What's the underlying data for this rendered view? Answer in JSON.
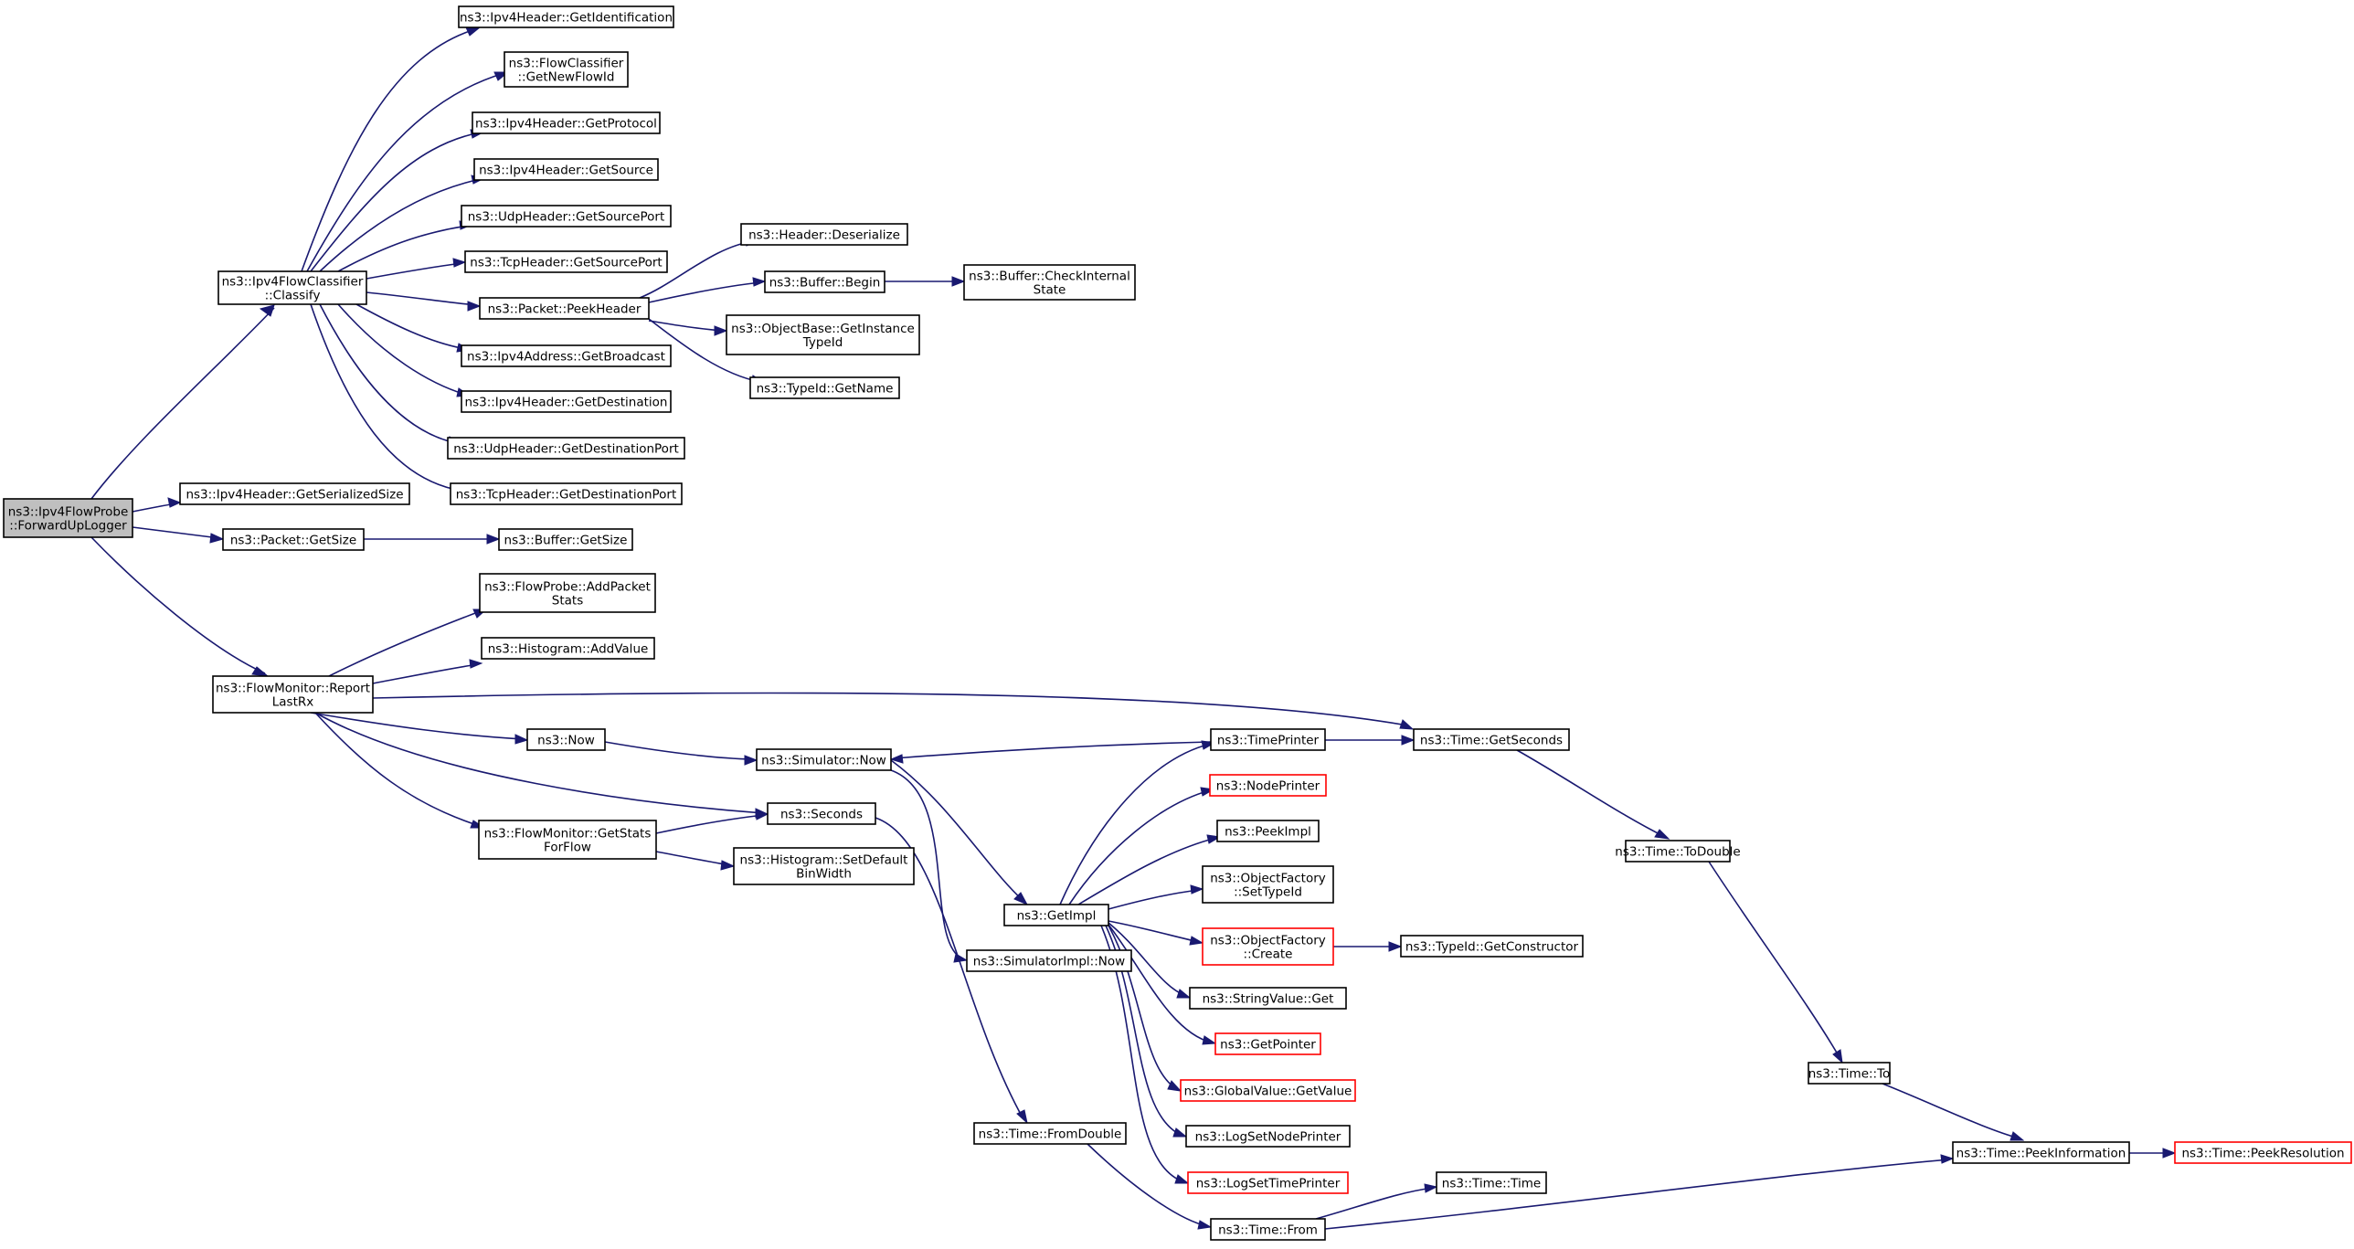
{
  "nodes": [
    {
      "id": "root",
      "lines": [
        "ns3::Ipv4FlowProbe",
        "::ForwardUpLogger"
      ],
      "style": "root"
    },
    {
      "id": "classify",
      "lines": [
        "ns3::Ipv4FlowClassifier",
        "::Classify"
      ],
      "style": "normal"
    },
    {
      "id": "getIdentification",
      "lines": [
        "ns3::Ipv4Header::GetIdentification"
      ],
      "style": "normal"
    },
    {
      "id": "getNewFlowId",
      "lines": [
        "ns3::FlowClassifier",
        "::GetNewFlowId"
      ],
      "style": "normal"
    },
    {
      "id": "getProtocol",
      "lines": [
        "ns3::Ipv4Header::GetProtocol"
      ],
      "style": "normal"
    },
    {
      "id": "getSource",
      "lines": [
        "ns3::Ipv4Header::GetSource"
      ],
      "style": "normal"
    },
    {
      "id": "udpGetSourcePort",
      "lines": [
        "ns3::UdpHeader::GetSourcePort"
      ],
      "style": "normal"
    },
    {
      "id": "tcpGetSourcePort",
      "lines": [
        "ns3::TcpHeader::GetSourcePort"
      ],
      "style": "normal"
    },
    {
      "id": "peekHeader",
      "lines": [
        "ns3::Packet::PeekHeader"
      ],
      "style": "normal"
    },
    {
      "id": "getBroadcast",
      "lines": [
        "ns3::Ipv4Address::GetBroadcast"
      ],
      "style": "normal"
    },
    {
      "id": "getDestination",
      "lines": [
        "ns3::Ipv4Header::GetDestination"
      ],
      "style": "normal"
    },
    {
      "id": "udpGetDestinationPort",
      "lines": [
        "ns3::UdpHeader::GetDestinationPort"
      ],
      "style": "normal"
    },
    {
      "id": "tcpGetDestinationPort",
      "lines": [
        "ns3::TcpHeader::GetDestinationPort"
      ],
      "style": "normal"
    },
    {
      "id": "deserialize",
      "lines": [
        "ns3::Header::Deserialize"
      ],
      "style": "normal"
    },
    {
      "id": "bufferBegin",
      "lines": [
        "ns3::Buffer::Begin"
      ],
      "style": "normal"
    },
    {
      "id": "checkInternalState",
      "lines": [
        "ns3::Buffer::CheckInternal",
        "State"
      ],
      "style": "normal"
    },
    {
      "id": "getInstanceTypeId",
      "lines": [
        "ns3::ObjectBase::GetInstance",
        "TypeId"
      ],
      "style": "normal"
    },
    {
      "id": "typeIdGetName",
      "lines": [
        "ns3::TypeId::GetName"
      ],
      "style": "normal"
    },
    {
      "id": "getSerializedSize",
      "lines": [
        "ns3::Ipv4Header::GetSerializedSize"
      ],
      "style": "normal"
    },
    {
      "id": "packetGetSize",
      "lines": [
        "ns3::Packet::GetSize"
      ],
      "style": "normal"
    },
    {
      "id": "bufferGetSize",
      "lines": [
        "ns3::Buffer::GetSize"
      ],
      "style": "normal"
    },
    {
      "id": "reportLastRx",
      "lines": [
        "ns3::FlowMonitor::Report",
        "LastRx"
      ],
      "style": "normal"
    },
    {
      "id": "addPacketStats",
      "lines": [
        "ns3::FlowProbe::AddPacket",
        "Stats"
      ],
      "style": "normal"
    },
    {
      "id": "addValue",
      "lines": [
        "ns3::Histogram::AddValue"
      ],
      "style": "normal"
    },
    {
      "id": "now",
      "lines": [
        "ns3::Now"
      ],
      "style": "normal"
    },
    {
      "id": "simulatorNow",
      "lines": [
        "ns3::Simulator::Now"
      ],
      "style": "normal"
    },
    {
      "id": "seconds",
      "lines": [
        "ns3::Seconds"
      ],
      "style": "normal"
    },
    {
      "id": "getStatsForFlow",
      "lines": [
        "ns3::FlowMonitor::GetStats",
        "ForFlow"
      ],
      "style": "normal"
    },
    {
      "id": "setDefaultBinWidth",
      "lines": [
        "ns3::Histogram::SetDefault",
        "BinWidth"
      ],
      "style": "normal"
    },
    {
      "id": "getImpl",
      "lines": [
        "ns3::GetImpl"
      ],
      "style": "normal"
    },
    {
      "id": "simulatorImplNow",
      "lines": [
        "ns3::SimulatorImpl::Now"
      ],
      "style": "normal"
    },
    {
      "id": "fromDouble",
      "lines": [
        "ns3::Time::FromDouble"
      ],
      "style": "normal"
    },
    {
      "id": "timeFrom",
      "lines": [
        "ns3::Time::From"
      ],
      "style": "normal"
    },
    {
      "id": "timePrinter",
      "lines": [
        "ns3::TimePrinter"
      ],
      "style": "normal"
    },
    {
      "id": "nodePrinter",
      "lines": [
        "ns3::NodePrinter"
      ],
      "style": "red"
    },
    {
      "id": "peekImpl",
      "lines": [
        "ns3::PeekImpl"
      ],
      "style": "normal"
    },
    {
      "id": "setTypeId",
      "lines": [
        "ns3::ObjectFactory",
        "::SetTypeId"
      ],
      "style": "normal"
    },
    {
      "id": "factoryCreate",
      "lines": [
        "ns3::ObjectFactory",
        "::Create"
      ],
      "style": "red"
    },
    {
      "id": "stringValueGet",
      "lines": [
        "ns3::StringValue::Get"
      ],
      "style": "normal"
    },
    {
      "id": "getPointer",
      "lines": [
        "ns3::GetPointer"
      ],
      "style": "red"
    },
    {
      "id": "globalGetValue",
      "lines": [
        "ns3::GlobalValue::GetValue"
      ],
      "style": "red"
    },
    {
      "id": "logSetNodePrinter",
      "lines": [
        "ns3::LogSetNodePrinter"
      ],
      "style": "normal"
    },
    {
      "id": "logSetTimePrinter",
      "lines": [
        "ns3::LogSetTimePrinter"
      ],
      "style": "red"
    },
    {
      "id": "getConstructor",
      "lines": [
        "ns3::TypeId::GetConstructor"
      ],
      "style": "normal"
    },
    {
      "id": "getSeconds",
      "lines": [
        "ns3::Time::GetSeconds"
      ],
      "style": "normal"
    },
    {
      "id": "toDouble",
      "lines": [
        "ns3::Time::ToDouble"
      ],
      "style": "normal"
    },
    {
      "id": "timeTo",
      "lines": [
        "ns3::Time::To"
      ],
      "style": "normal"
    },
    {
      "id": "timeTime",
      "lines": [
        "ns3::Time::Time"
      ],
      "style": "normal"
    },
    {
      "id": "peekInformation",
      "lines": [
        "ns3::Time::PeekInformation"
      ],
      "style": "normal"
    },
    {
      "id": "peekResolution",
      "lines": [
        "ns3::Time::PeekResolution"
      ],
      "style": "red"
    }
  ],
  "colors": {
    "edge": "#191970",
    "node_border": "#000000",
    "node_border_missing": "#ff0000",
    "root_fill": "#bfbfbf",
    "background": "#ffffff"
  }
}
